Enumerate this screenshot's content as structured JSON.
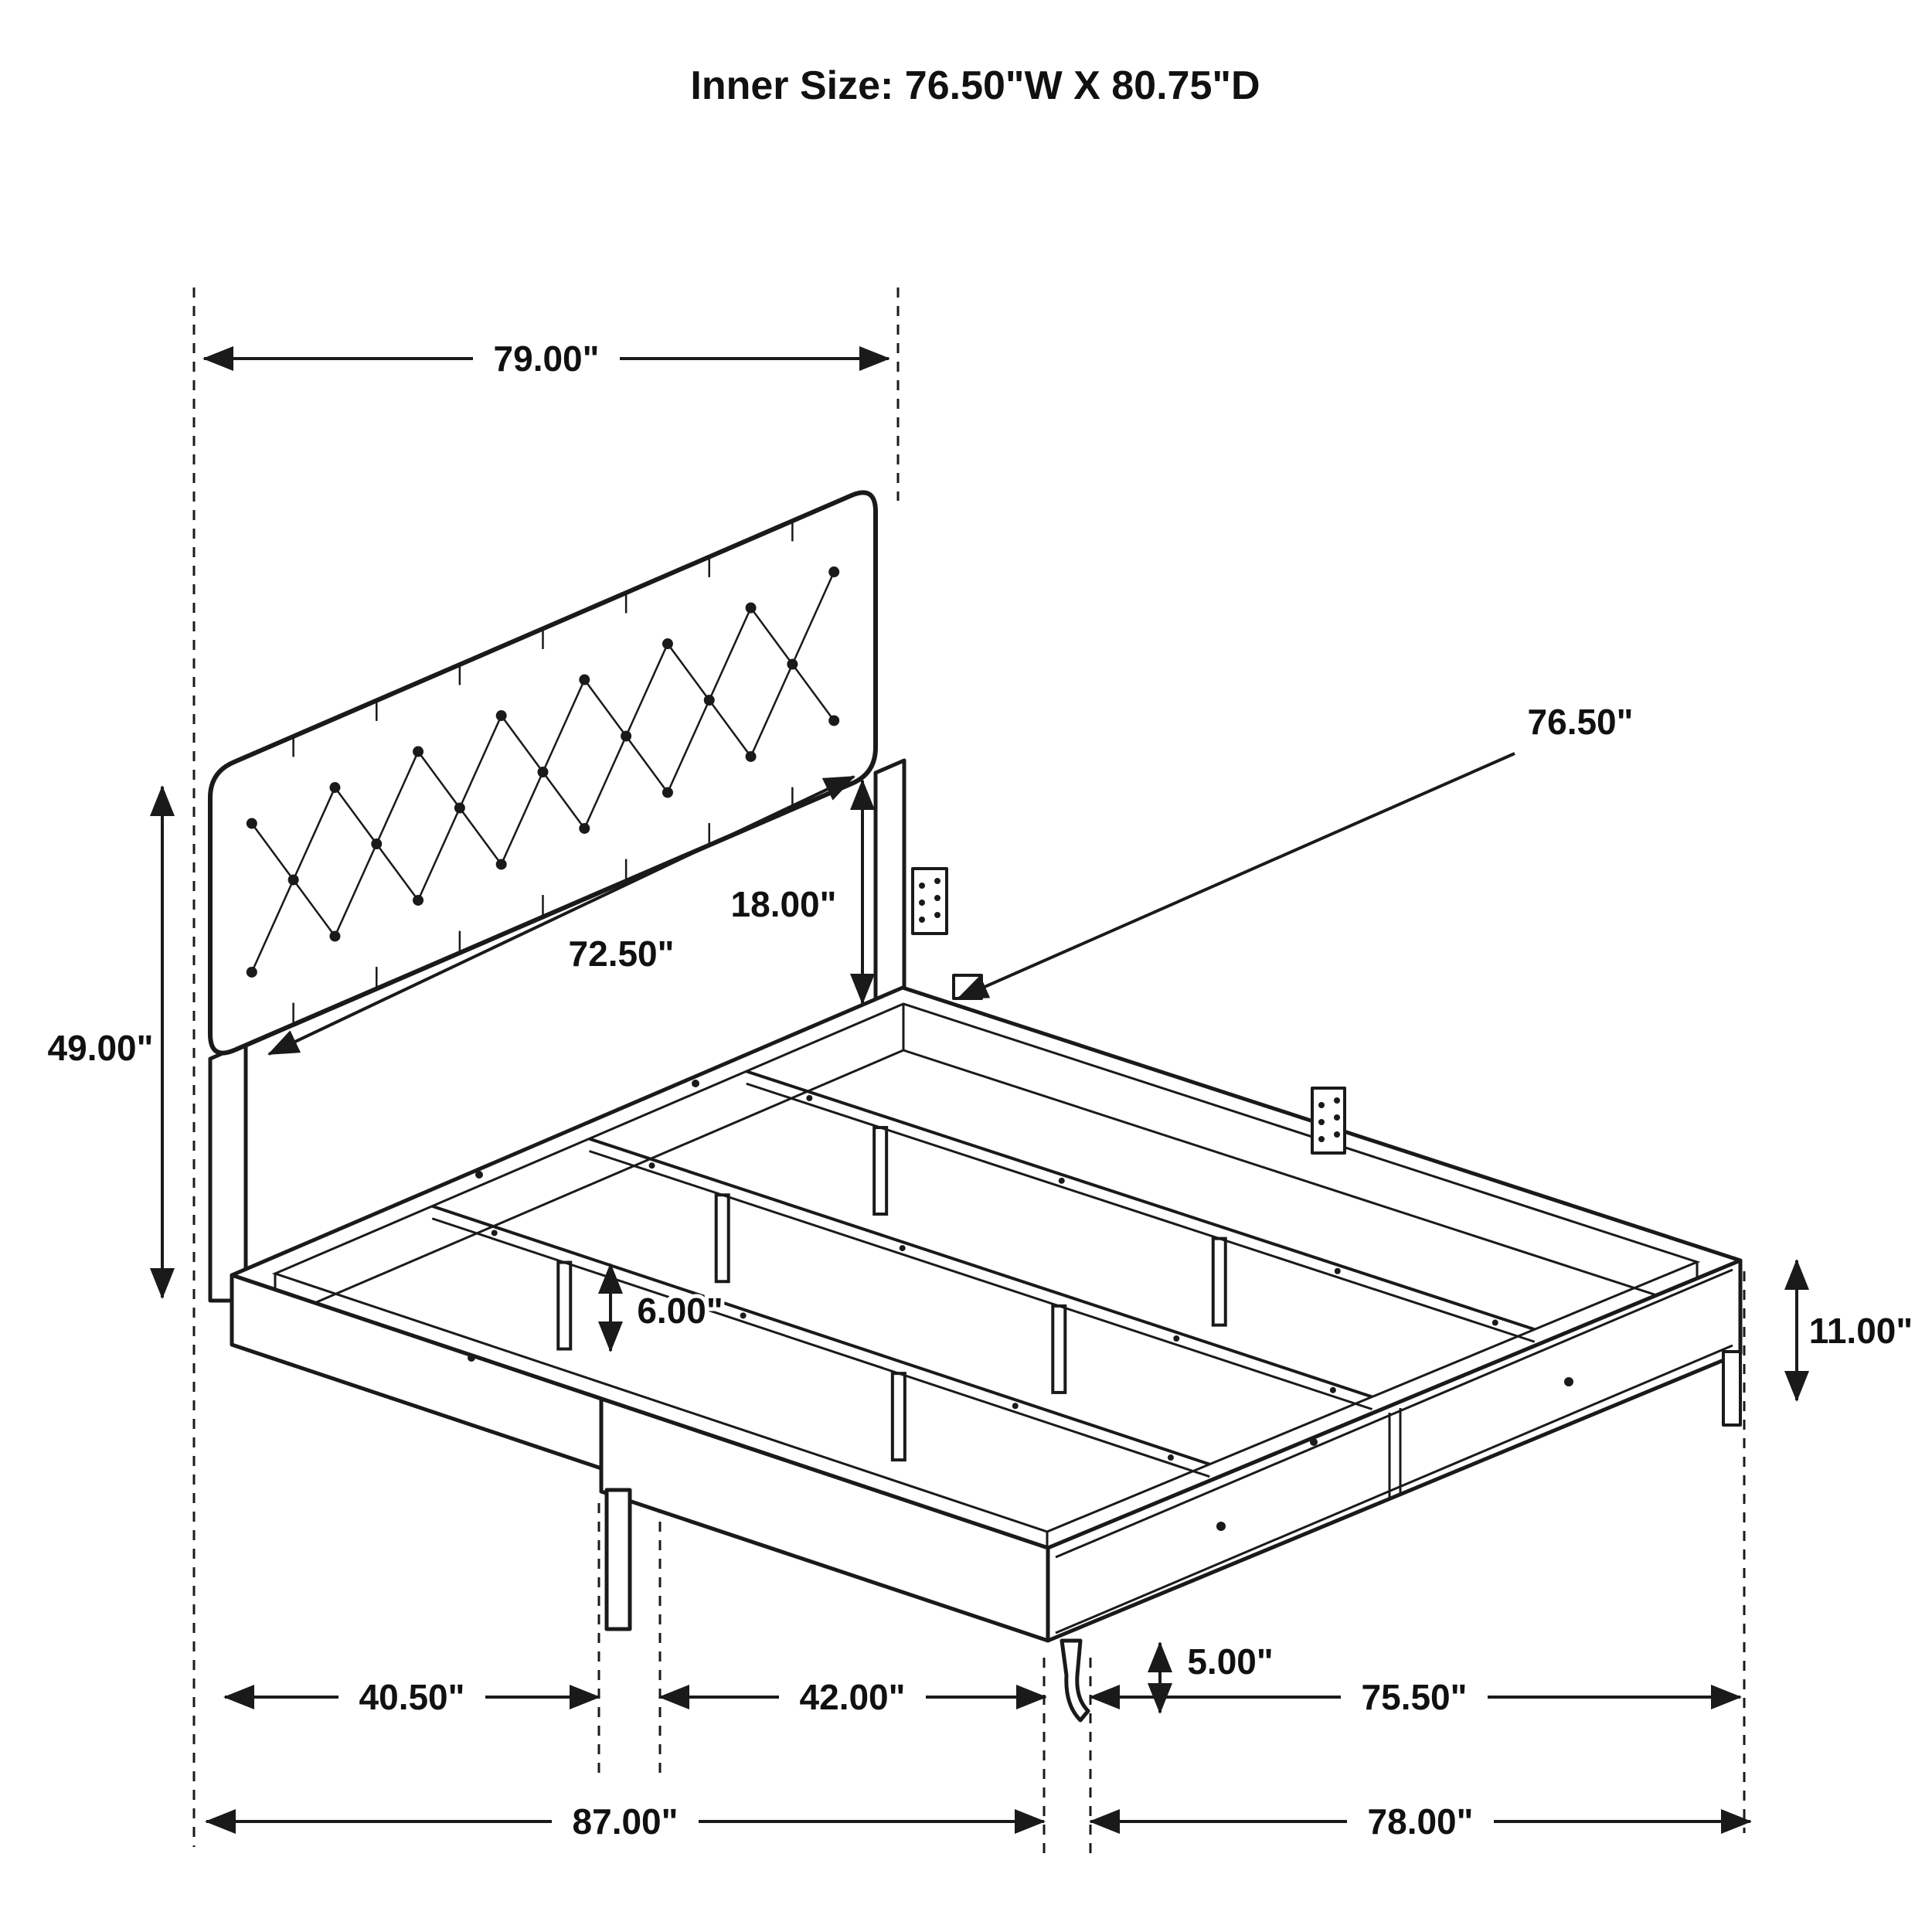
{
  "title": "Inner Size: 76.50\"W X 80.75\"D",
  "colors": {
    "ink": "#1a1a1a",
    "background": "#ffffff"
  },
  "dims": {
    "overall_width": "79.00\"",
    "headboard_height": "49.00\"",
    "headboard_panel_width": "72.50\"",
    "headboard_panel_height": "18.00\"",
    "inner_width": "76.50\"",
    "support_leg_height": "6.00\"",
    "rail_height": "11.00\"",
    "front_leg_height": "5.00\"",
    "head_section_depth": "40.50\"",
    "drawer_section_depth": "42.00\"",
    "side_depth": "75.50\"",
    "overall_depth": "87.00\"",
    "foot_width": "78.00\""
  }
}
